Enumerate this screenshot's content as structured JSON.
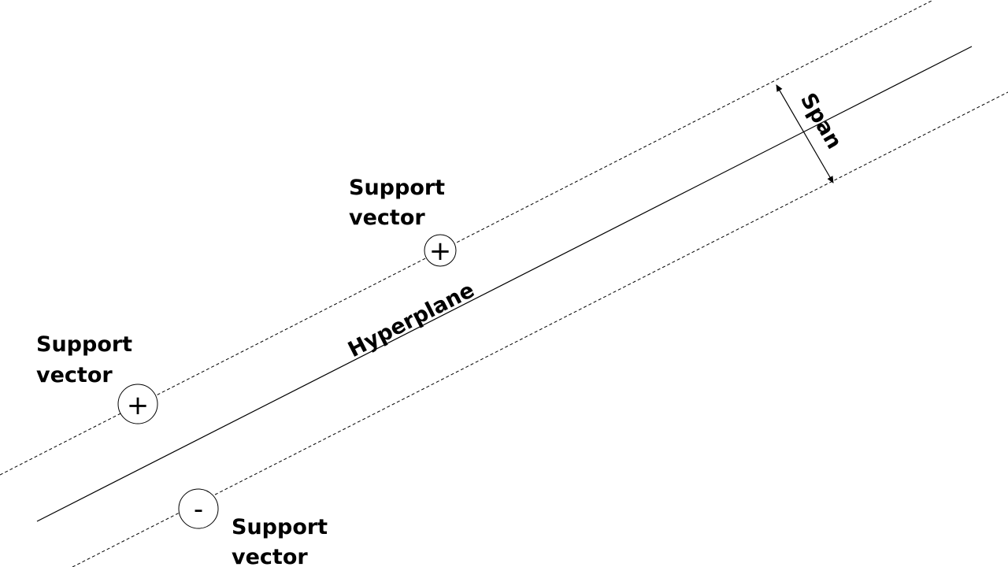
{
  "diagram": {
    "hyperplane_label": "Hyperplane",
    "span_label": "Span",
    "support_vectors": [
      {
        "line1": "Support",
        "line2": "vector",
        "symbol": "+"
      },
      {
        "line1": "Support",
        "line2": "vector",
        "symbol": "+"
      },
      {
        "line1": "Support",
        "line2": "vector",
        "symbol": "-"
      }
    ],
    "colors": {
      "line": "#000000",
      "background": "#ffffff"
    }
  }
}
